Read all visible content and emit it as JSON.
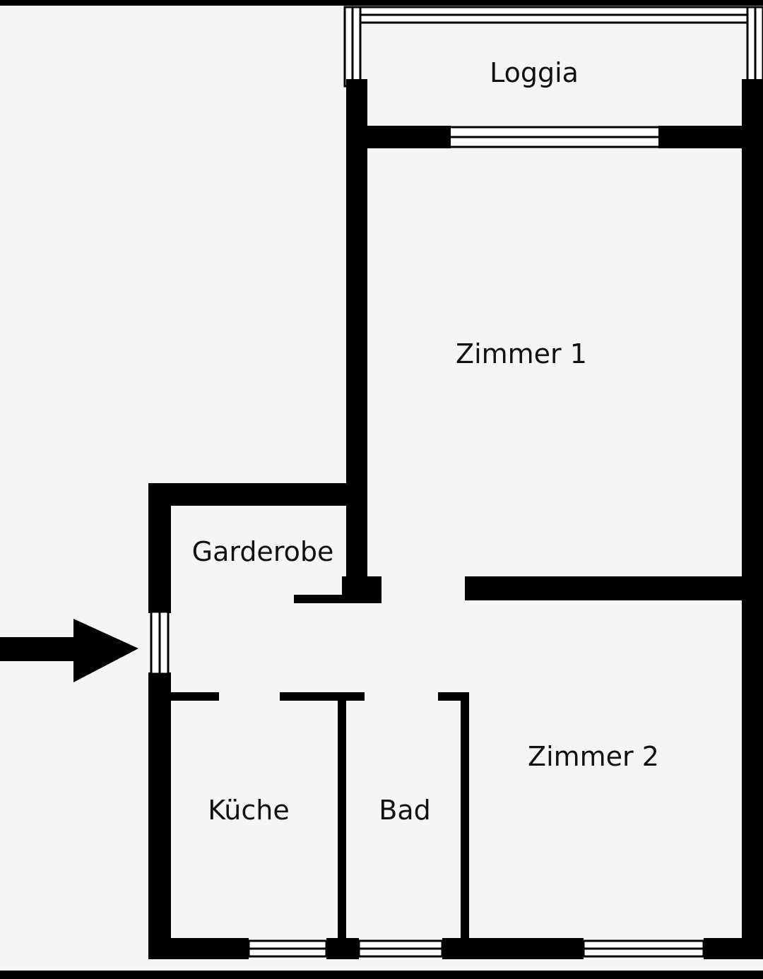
{
  "colors": {
    "floor": "#f5f5f5",
    "walls": "#000000",
    "outer_frame": "#000000"
  },
  "rooms": {
    "loggia": "Loggia",
    "zimmer1": "Zimmer 1",
    "garderobe": "Garderobe",
    "zimmer2": "Zimmer 2",
    "kueche": "Küche",
    "bad": "Bad"
  },
  "entrance_marker": "arrow-right-icon"
}
